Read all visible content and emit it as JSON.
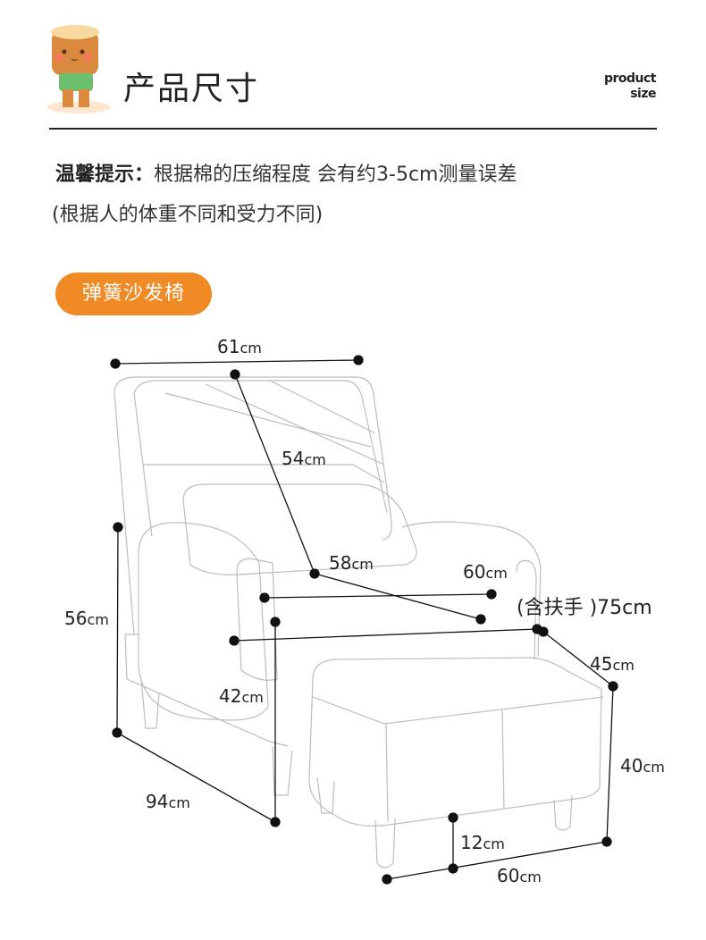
{
  "header": {
    "title": "产品尺寸",
    "english_line1": "product",
    "english_line2": "size"
  },
  "notice": {
    "label": "温馨提示：",
    "text": "根据棉的压缩程度 会有约3-5cm测量误差",
    "line2": "(根据人的体重不同和受力不同)"
  },
  "badge": "弹簧沙发椅",
  "dimensions": {
    "back_width": "61",
    "back_height": "54",
    "seat_depth": "58",
    "seat_width": "60",
    "total_width_prefix": "(含扶手 )",
    "total_width": "75cm",
    "ottoman_depth": "45",
    "ottoman_height": "40",
    "ottoman_width": "60",
    "leg_height": "12",
    "armrest_height": "56",
    "total_depth": "94",
    "seat_height": "42",
    "unit": "cm"
  },
  "colors": {
    "accent": "#f08a24",
    "outline": "#bdbdbd"
  }
}
